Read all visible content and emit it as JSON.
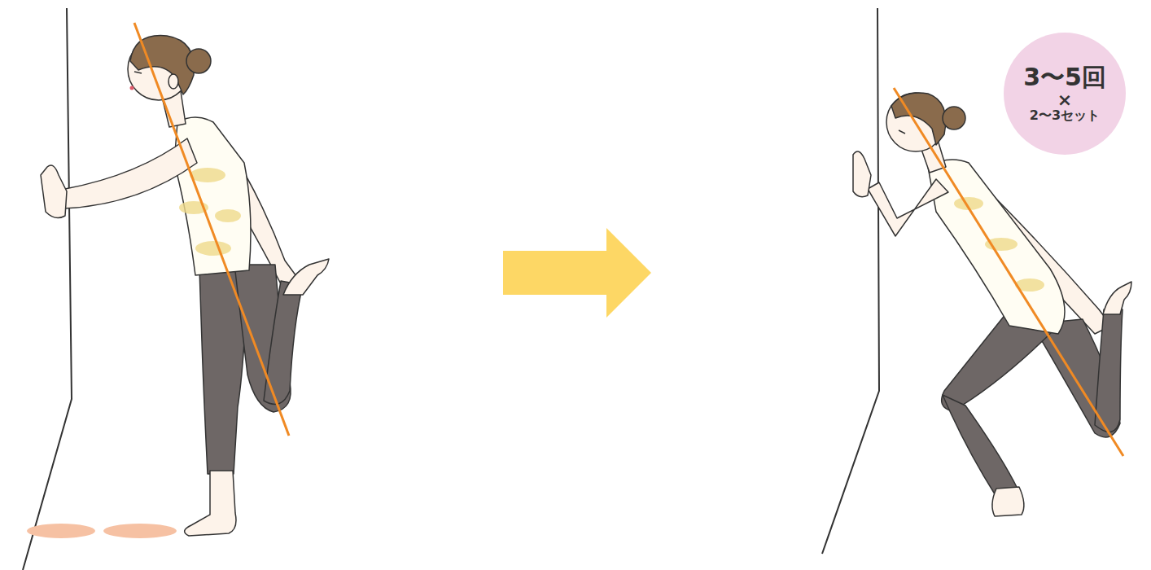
{
  "diagram": {
    "nodes": [
      {
        "text": [
          "3〜5回",
          "×",
          "2〜3セット"
        ]
      }
    ]
  }
}
